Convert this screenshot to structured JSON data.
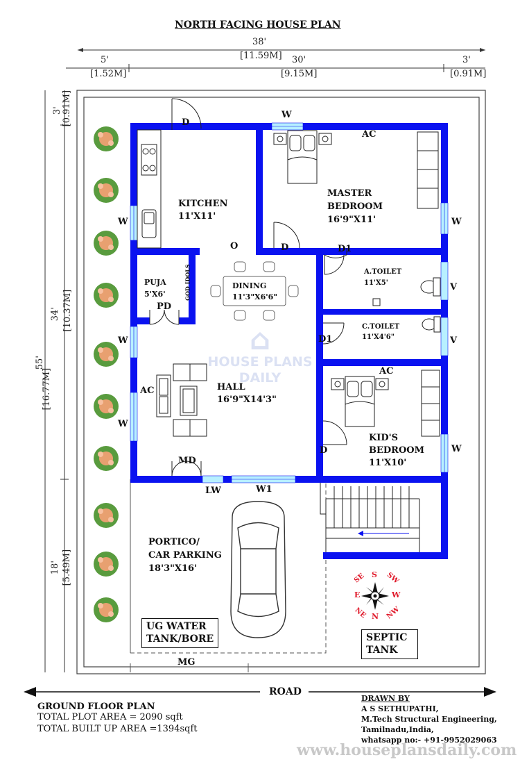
{
  "title": "NORTH FACING HOUSE PLAN",
  "dimensions": {
    "total_width_ft": "38'",
    "total_width_m": "[11.59M]",
    "left_width_ft": "5'",
    "left_width_m": "[1.52M]",
    "mid_width_ft": "30'",
    "mid_width_m": "[9.15M]",
    "right_width_ft": "3'",
    "right_width_m": "[0.91M]",
    "total_depth_ft": "55'",
    "total_depth_m": "[16.77M]",
    "top_depth_ft": "3'",
    "top_depth_m": "[0.91M]",
    "house_depth_ft": "34'",
    "house_depth_m": "[10.37M]",
    "front_depth_ft": "18'",
    "front_depth_m": "[5.49M]"
  },
  "rooms": {
    "kitchen": "KITCHEN",
    "kitchen_size": "11'X11'",
    "master": "MASTER",
    "master2": "BEDROOM",
    "master_size": "16'9\"X11'",
    "dining": "DINING",
    "dining_size": "11'3\"X6'6\"",
    "puja": "PUJA",
    "puja_size": "5'X6'",
    "god_idols": "GOD IDOLS",
    "a_toilet": "A.TOILET",
    "a_toilet_size": "11'X5'",
    "c_toilet": "C.TOILET",
    "c_toilet_size": "11'X4'6\"",
    "hall": "HALL",
    "hall_size": "16'9\"X14'3\"",
    "kids": "KID'S",
    "kids2": "BEDROOM",
    "kids_size": "11'X10'",
    "portico": "PORTICO/",
    "portico2": "CAR PARKING",
    "portico_size": "18'3\"X16'"
  },
  "marks": {
    "d_kitchen": "D",
    "w_top": "W",
    "ac_master": "AC",
    "w_kitchen": "W",
    "w_master": "W",
    "o": "O",
    "d_master": "D",
    "d1_top": "D1",
    "v1": "V",
    "v2": "V",
    "pd": "PD",
    "w_hall1": "W",
    "d1_mid": "D1",
    "ac_hall": "AC",
    "w_hall2": "W",
    "ac_kids": "AC",
    "d_kids": "D",
    "w_kids": "W",
    "md": "MD",
    "lw": "LW",
    "w1": "W1",
    "mg": "MG"
  },
  "boxes": {
    "ug_tank1": "UG WATER",
    "ug_tank2": "TANK/BORE",
    "septic1": "SEPTIC",
    "septic2": "TANK"
  },
  "compass": {
    "n": "N",
    "s": "S",
    "e": "E",
    "w": "W",
    "ne": "NE",
    "nw": "NW",
    "se": "SE",
    "sw": "SW"
  },
  "road": "ROAD",
  "info": {
    "plan": "GROUND FLOOR PLAN",
    "plot_area": "TOTAL PLOT AREA = 2090 sqft",
    "built_area": " TOTAL BUILT UP AREA =1394sqft"
  },
  "credit": {
    "drawn_by": "DRAWN BY",
    "name": "A S SETHUPATHI,",
    "qual": "M.Tech Structural Engineering,",
    "place": "Tamilnadu,India,",
    "phone": "whatsapp no:- +91-9952029063"
  },
  "watermark": {
    "site": "www.houseplansdaily.com",
    "logo1": "HOUSE PLANS",
    "logo2": "DAILY"
  },
  "colors": {
    "wall": "#0a12f0",
    "window": "#b8f0ff",
    "compass": "#e0192a",
    "tree": "#3c8a1c",
    "flower": "#e8a070"
  }
}
